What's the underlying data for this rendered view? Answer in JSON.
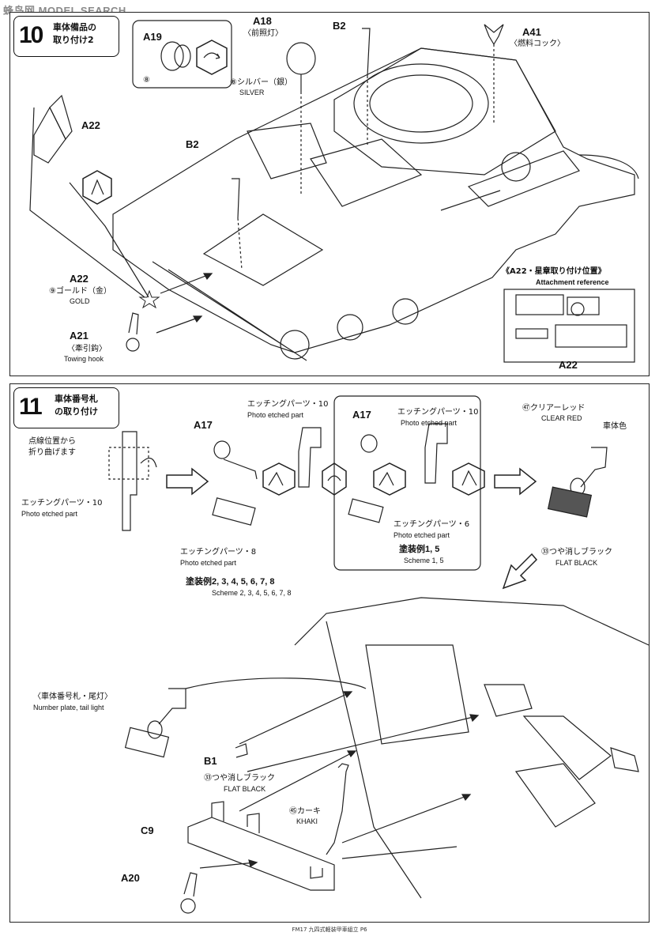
{
  "watermark": "蜂鸟网 MODEL SEARCH",
  "step10": {
    "number": "10",
    "title_l1": "車体備品の",
    "title_l2": "取り付け2",
    "a19": "A19",
    "a19_paint": "⑧",
    "a18": "A18",
    "a18_jp": "〈前照灯〉",
    "a18_paint_jp": "⑧シルバー（銀）",
    "a18_paint_en": "SILVER",
    "b2_top": "B2",
    "b2_mid": "B2",
    "a41": "A41",
    "a41_jp": "〈燃料コック〉",
    "a22_top": "A22",
    "a22": "A22",
    "a22_paint_jp": "⑨ゴールド（金）",
    "a22_paint_en": "GOLD",
    "a21": "A21",
    "a21_jp": "〈牽引鈎〉",
    "a21_en": "Towing hook",
    "ref_jp": "《A22・星章取り付け位置》",
    "ref_en": "Attachment reference",
    "ref_a22": "A22"
  },
  "step11": {
    "number": "11",
    "title_l1": "車体番号札",
    "title_l2": "の取り付け",
    "bend_l1": "点線位置から",
    "bend_l2": "折り曲げます",
    "pe10_left_jp": "エッチングパーツ・10",
    "pe10_left_en": "Photo etched part",
    "a17_left": "A17",
    "pe10_mid_jp": "エッチングパーツ・10",
    "pe10_mid_en": "Photo etched part",
    "pe8_jp": "エッチングパーツ・8",
    "pe8_en": "Photo etched part",
    "scheme_a_jp": "塗装例2, 3, 4, 5, 6, 7, 8",
    "scheme_a_en": "Scheme 2, 3, 4, 5, 6, 7, 8",
    "a17_box": "A17",
    "pe10_box_jp": "エッチングパーツ・10",
    "pe10_box_en": "Photo etched part",
    "pe6_jp": "エッチングパーツ・6",
    "pe6_en": "Photo etched part",
    "scheme_b_jp": "塗装例1, 5",
    "scheme_b_en": "Scheme 1, 5",
    "clear_red_jp": "㊼クリアーレッド",
    "clear_red_en": "CLEAR RED",
    "body_color_jp": "車体色",
    "flat_black_jp": "㉝つや消しブラック",
    "flat_black_en": "FLAT BLACK",
    "plate_jp": "〈車体番号札・尾灯〉",
    "plate_en": "Number plate, tail light",
    "b1": "B1",
    "flat_black2_jp": "㉝つや消しブラック",
    "flat_black2_en": "FLAT BLACK",
    "khaki_jp": "㊺カーキ",
    "khaki_en": "KHAKI",
    "c9": "C9",
    "a20": "A20"
  },
  "footer": "FM17 九四式軽装甲車組立 P6"
}
